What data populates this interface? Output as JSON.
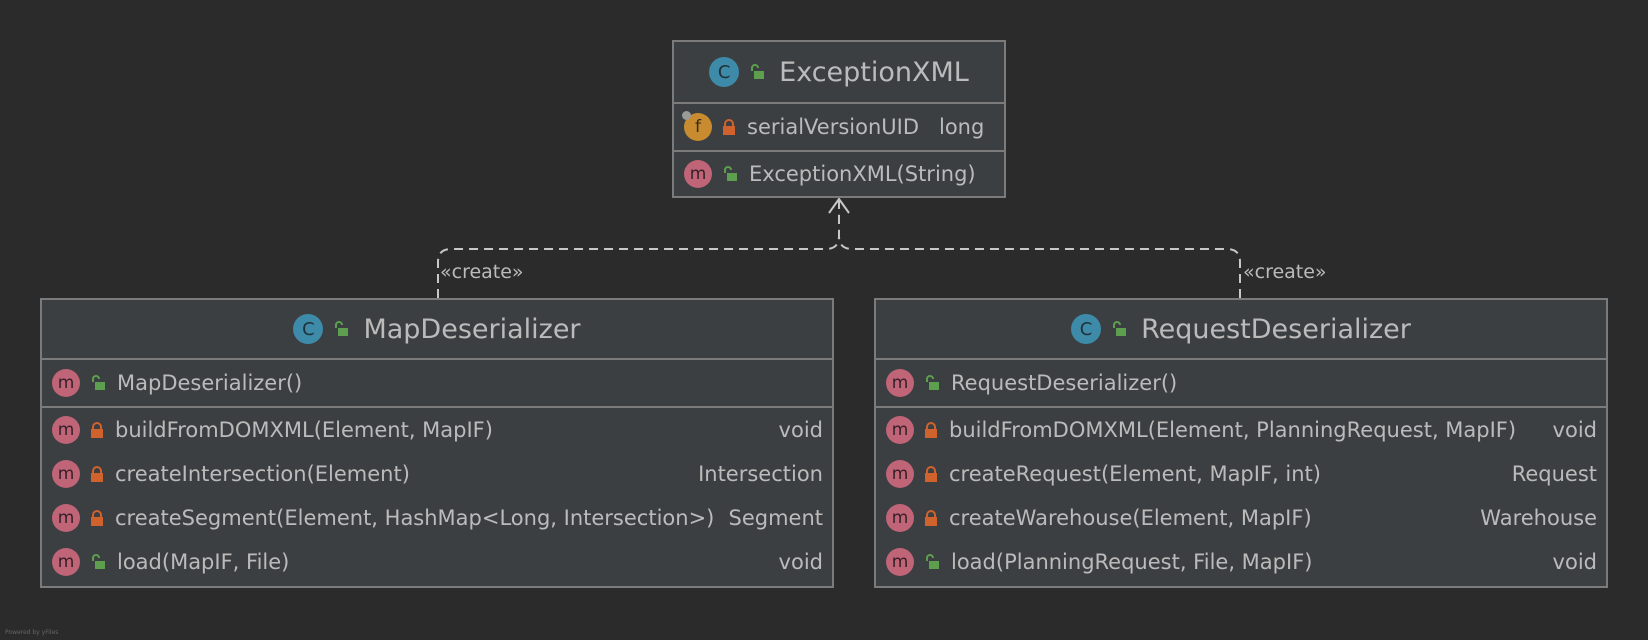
{
  "diagram": {
    "footer": "Powered by yFiles",
    "stereotype": "«create»",
    "classes": {
      "exception_xml": {
        "badge": "C",
        "title": "ExceptionXML",
        "fields": [
          {
            "badge": "f",
            "lock": "private",
            "name": "serialVersionUID",
            "type": "long"
          }
        ],
        "methods": [
          {
            "badge": "m",
            "lock": "public",
            "name": "ExceptionXML(String)",
            "type": ""
          }
        ]
      },
      "map_deserializer": {
        "badge": "C",
        "title": "MapDeserializer",
        "constructors": [
          {
            "badge": "m",
            "lock": "public",
            "name": "MapDeserializer()",
            "type": ""
          }
        ],
        "methods": [
          {
            "badge": "m",
            "lock": "private",
            "name": "buildFromDOMXML(Element, MapIF)",
            "type": "void"
          },
          {
            "badge": "m",
            "lock": "private",
            "name": "createIntersection(Element)",
            "type": "Intersection"
          },
          {
            "badge": "m",
            "lock": "private",
            "name": "createSegment(Element, HashMap<Long, Intersection>)",
            "type": "Segment"
          },
          {
            "badge": "m",
            "lock": "public",
            "name": "load(MapIF, File)",
            "type": "void"
          }
        ]
      },
      "request_deserializer": {
        "badge": "C",
        "title": "RequestDeserializer",
        "constructors": [
          {
            "badge": "m",
            "lock": "public",
            "name": "RequestDeserializer()",
            "type": ""
          }
        ],
        "methods": [
          {
            "badge": "m",
            "lock": "private",
            "name": "buildFromDOMXML(Element, PlanningRequest, MapIF)",
            "type": "void"
          },
          {
            "badge": "m",
            "lock": "private",
            "name": "createRequest(Element, MapIF, int)",
            "type": "Request"
          },
          {
            "badge": "m",
            "lock": "private",
            "name": "createWarehouse(Element, MapIF)",
            "type": "Warehouse"
          },
          {
            "badge": "m",
            "lock": "public",
            "name": "load(PlanningRequest, File, MapIF)",
            "type": "void"
          }
        ]
      }
    },
    "colors": {
      "background": "#2b2b2b",
      "node_fill": "#3c3f41",
      "border": "#7b7b7b",
      "text": "#bbbbbb",
      "edge": "#c8c8c8",
      "class_badge": "#3d8aa9",
      "method_badge": "#c06477",
      "field_badge": "#c98b2f",
      "public_lock": "#5e9e4f",
      "private_lock": "#d0622e"
    },
    "icons": {
      "class": "class-c-icon",
      "method": "method-m-icon",
      "field": "field-f-icon",
      "public": "unlocked-padlock-icon",
      "private": "locked-padlock-icon"
    }
  }
}
